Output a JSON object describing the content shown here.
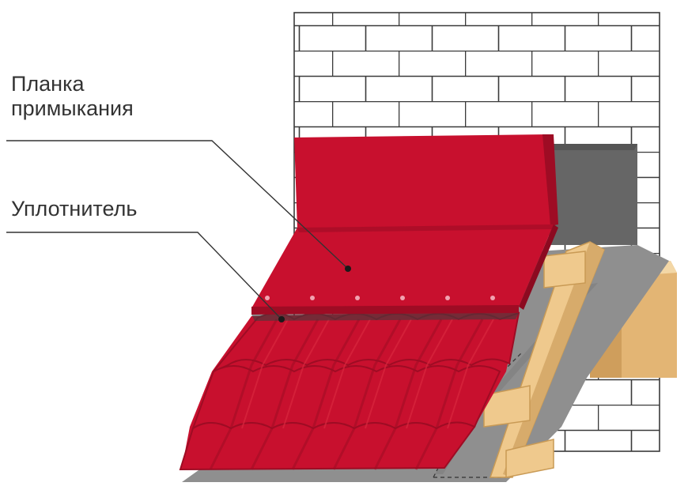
{
  "labels": {
    "flashing_line1": "Планка",
    "flashing_line2": "примыкания",
    "sealant": "Уплотнитель"
  },
  "colors": {
    "roof_red": "#c8102e",
    "roof_red_dark": "#9e0c24",
    "roof_red_light": "#d8283f",
    "brick_line": "#3a3a3a",
    "membrane_gray": "#8f8f8f",
    "chimney_gray": "#666666",
    "wood": "#efc98d",
    "wood_dark": "#c99a55",
    "leader_line": "#333333"
  },
  "icons": [
    "brick-wall",
    "metal-tile-roof",
    "adjoining-flashing-strip",
    "sealant-strip",
    "wooden-batten",
    "wood-block"
  ]
}
